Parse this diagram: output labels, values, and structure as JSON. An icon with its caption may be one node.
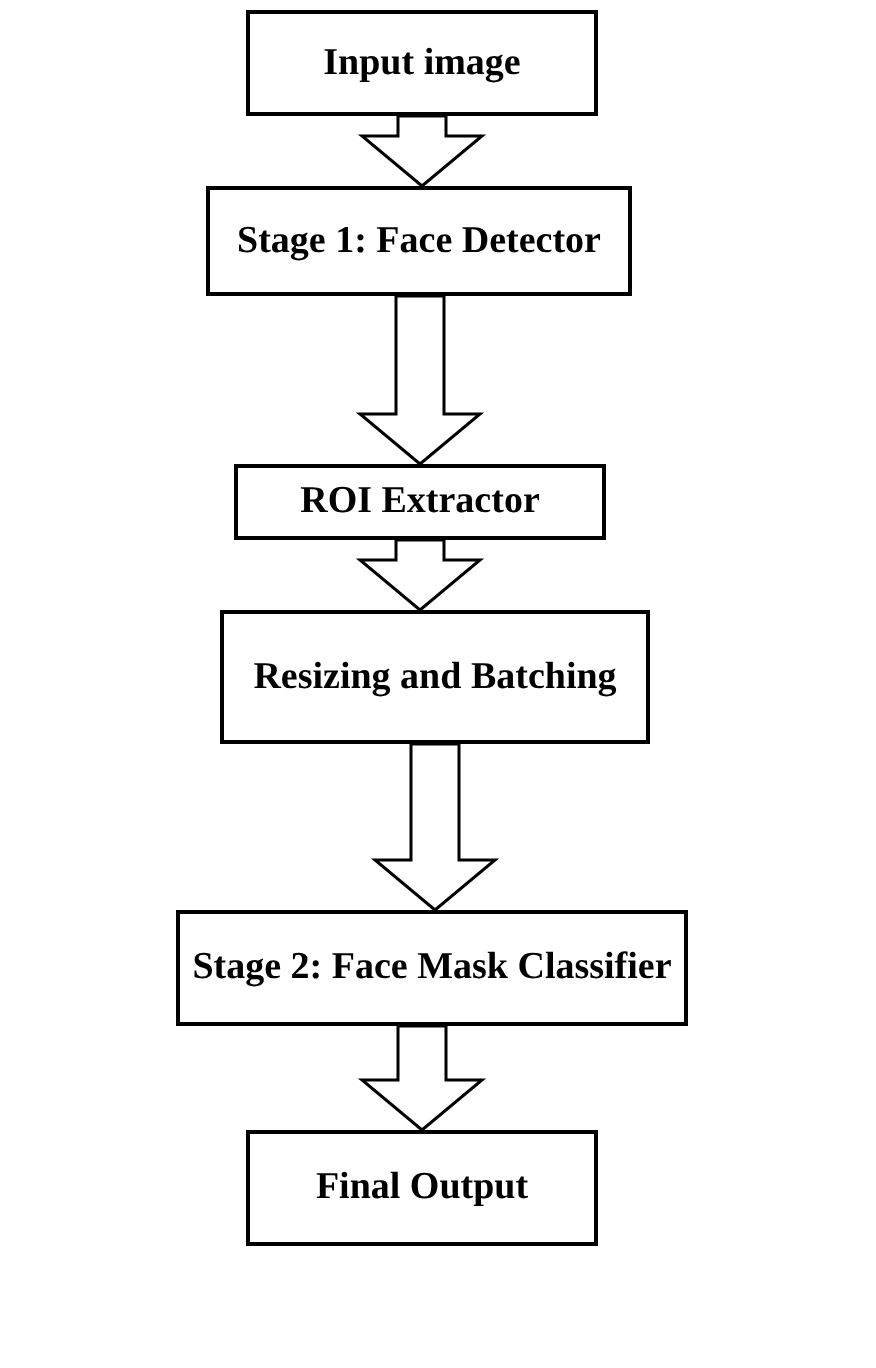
{
  "diagram": {
    "nodes": [
      {
        "text": [
          "Input image"
        ]
      },
      {
        "text": [
          "Stage 1: Face Detector"
        ]
      },
      {
        "text": [
          "ROI Extractor"
        ]
      },
      {
        "text": [
          "Resizing and Batching"
        ]
      },
      {
        "text": [
          "Stage 2: Face Mask Classifier"
        ]
      },
      {
        "text": [
          "Final Output"
        ]
      }
    ],
    "edges": [
      {
        "from": 0,
        "to": 1,
        "arrow": "to"
      },
      {
        "from": 1,
        "to": 2,
        "arrow": "to"
      },
      {
        "from": 2,
        "to": 3,
        "arrow": "to"
      },
      {
        "from": 3,
        "to": 4,
        "arrow": "to"
      },
      {
        "from": 4,
        "to": 5,
        "arrow": "to"
      }
    ]
  }
}
